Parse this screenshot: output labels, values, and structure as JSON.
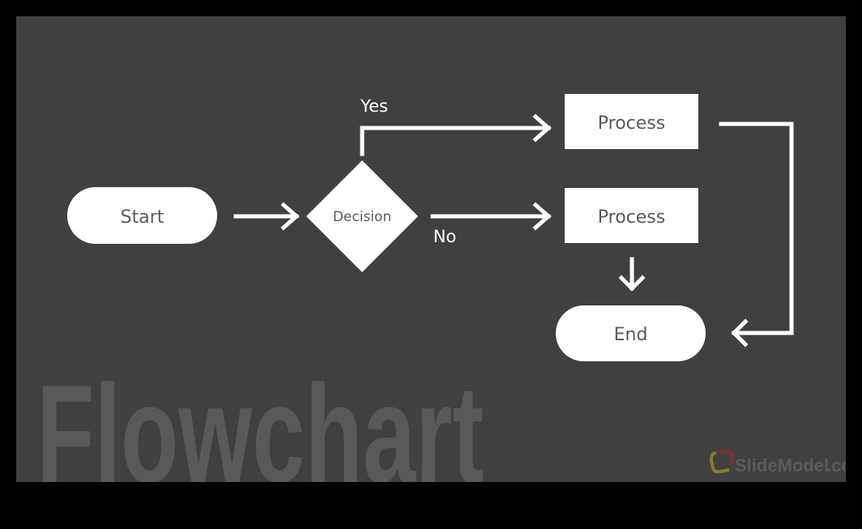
{
  "nodes": {
    "start": "Start",
    "decision": "Decision",
    "process_yes": "Process",
    "process_no": "Process",
    "end": "End"
  },
  "edges": {
    "yes_label": "Yes",
    "no_label": "No"
  },
  "watermark": "Flowchart",
  "logo": {
    "text": "SlideModel",
    "suffix": ".com"
  },
  "colors": {
    "background": "#404040",
    "shape": "#ffffff",
    "shape_text": "#5a5a5a",
    "watermark": "#595959"
  }
}
